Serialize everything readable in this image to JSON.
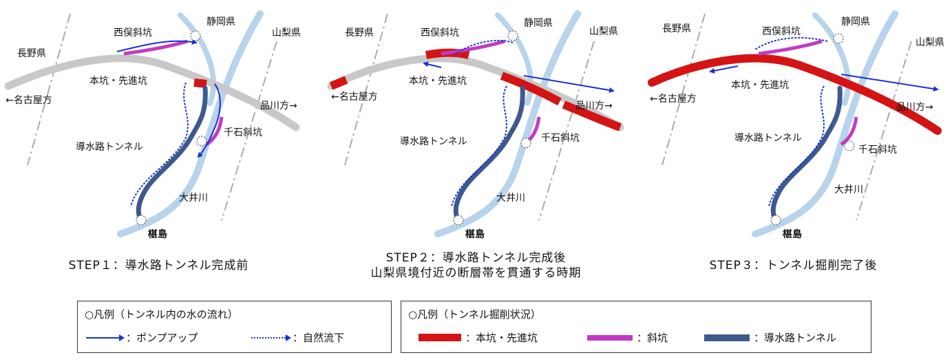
{
  "panels": [
    {
      "caption": [
        "STEP１：導水路トンネル完成前"
      ],
      "labels": {
        "nagano": "長野県",
        "nishimata": "西俣斜坑",
        "shizuoka": "静岡県",
        "yamanashi": "山梨県",
        "nagoya": "←名古屋方",
        "honko": "本坑・先進坑",
        "shinagawa": "品川方→",
        "senmai": "千石斜坑",
        "dosuiro": "導水路トンネル",
        "oi": "大井川",
        "sawara": "椹島"
      }
    },
    {
      "caption": [
        "STEP２：導水路トンネル完成後",
        "山梨県境付近の断層帯を貫通する時期"
      ],
      "labels": {
        "nagano": "長野県",
        "nishimata": "西俣斜坑",
        "shizuoka": "静岡県",
        "yamanashi": "山梨県",
        "nagoya": "←名古屋方",
        "honko": "本坑・先進坑",
        "shinagawa": "品川方→",
        "senmai": "千石斜坑",
        "dosuiro": "導水路トンネル",
        "oi": "大井川",
        "sawara": "椹島"
      }
    },
    {
      "caption": [
        "STEP３：トンネル掘削完了後"
      ],
      "labels": {
        "nagano": "長野県",
        "nishimata": "西俣斜坑",
        "shizuoka": "静岡県",
        "yamanashi": "山梨県",
        "nagoya": "←名古屋方",
        "honko": "本坑・先進坑",
        "shinagawa": "品川方→",
        "senmai": "千石斜坑",
        "dosuiro": "導水路トンネル",
        "oi": "大井川",
        "sawara": "椹島"
      }
    }
  ],
  "legend_flow": {
    "title": "○凡例（トンネル内の水の流れ）",
    "pump": "：ポンプアップ",
    "natural": "：自然流下"
  },
  "legend_excavation": {
    "title": "○凡例（トンネル掘削状況）",
    "main": "：本坑・先進坑",
    "inclined": "：斜坑",
    "conduit": "：導水路トンネル"
  },
  "colors": {
    "river": "#b8d3ec",
    "boundary": "#aaaaaa",
    "tunnel_unexcavated": "#c8c8c8",
    "tunnel_excavated": "#d41414",
    "inclined_shaft": "#c23ac4",
    "conduit": "#3c5a8e",
    "flow": "#1530d8"
  }
}
